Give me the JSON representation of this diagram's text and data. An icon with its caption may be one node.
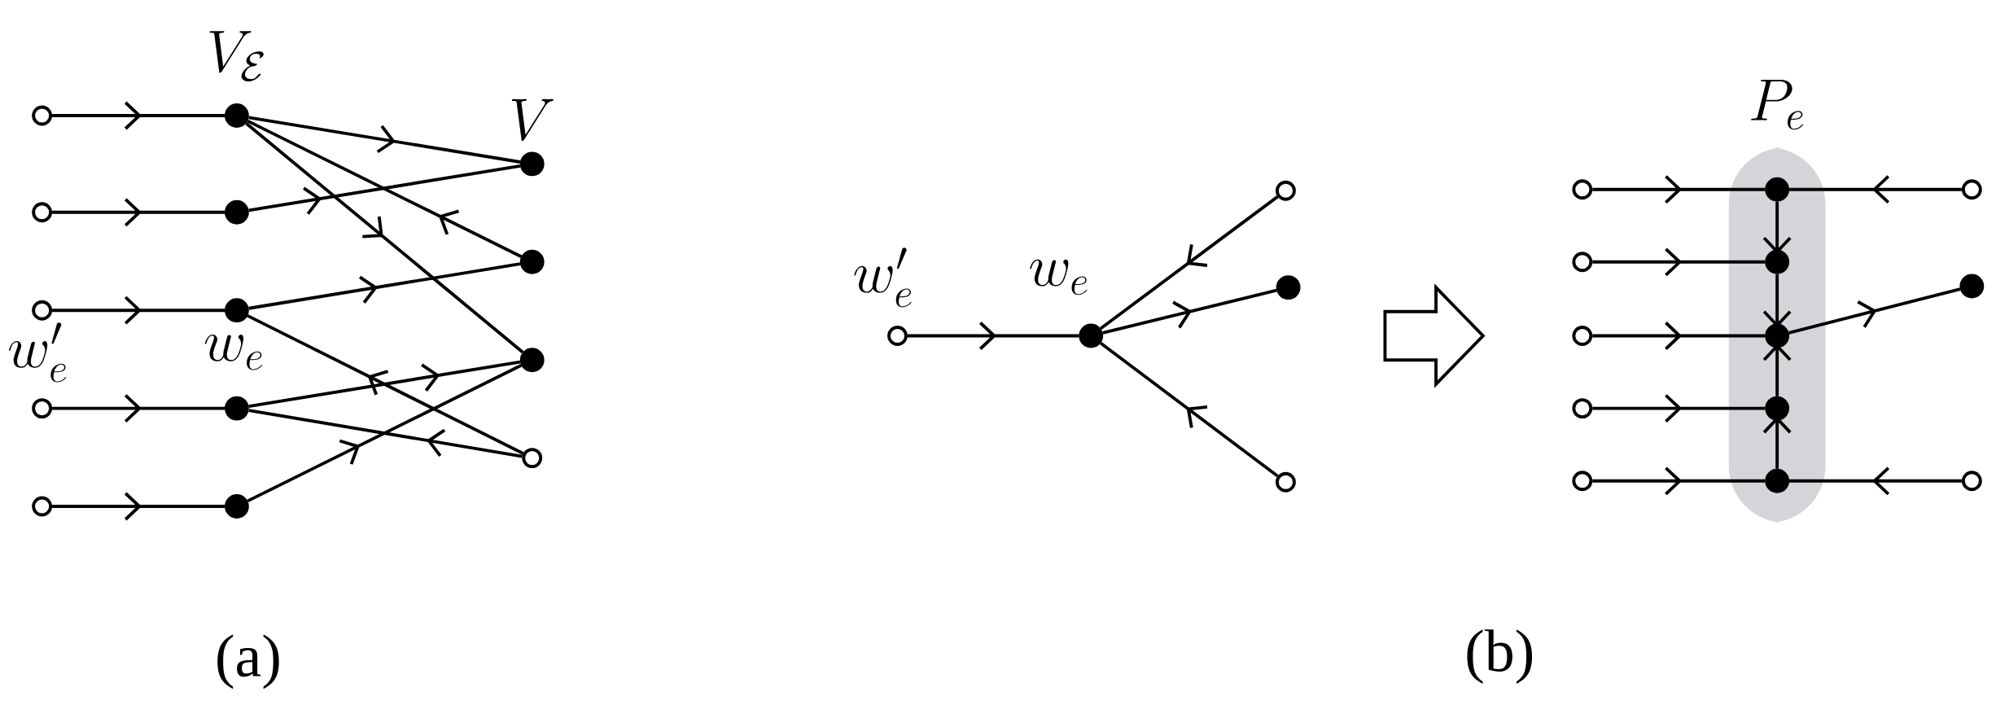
{
  "diagram": {
    "nodes": [
      {
        "text": [],
        "shape": "circle"
      },
      {
        "text": [],
        "shape": "circle"
      },
      {
        "text": [],
        "shape": "circle",
        "beside": [
          "w'_e"
        ]
      },
      {
        "text": [],
        "shape": "circle"
      },
      {
        "text": [],
        "shape": "circle"
      },
      {
        "text": [],
        "shape": "dot"
      },
      {
        "text": [],
        "shape": "dot"
      },
      {
        "text": [],
        "shape": "dot",
        "beside": [
          "w_e"
        ]
      },
      {
        "text": [],
        "shape": "dot"
      },
      {
        "text": [],
        "shape": "dot"
      },
      {
        "text": [],
        "shape": "dot"
      },
      {
        "text": [],
        "shape": "dot"
      },
      {
        "text": [],
        "shape": "dot"
      },
      {
        "text": [],
        "shape": "circle"
      },
      {
        "text": [],
        "shape": "circle",
        "beside": [
          "w'_e"
        ]
      },
      {
        "text": [],
        "shape": "dot",
        "beside": [
          "w_e"
        ]
      },
      {
        "text": [],
        "shape": "circle"
      },
      {
        "text": [],
        "shape": "dot"
      },
      {
        "text": [],
        "shape": "circle"
      },
      {
        "text": [
          "P_e"
        ]
      },
      {
        "text": [],
        "shape": "circle"
      },
      {
        "text": [],
        "shape": "circle"
      },
      {
        "text": [],
        "shape": "circle"
      },
      {
        "text": [],
        "shape": "circle"
      },
      {
        "text": [],
        "shape": "circle"
      },
      {
        "text": [],
        "shape": "dot",
        "in": 19
      },
      {
        "text": [],
        "shape": "dot",
        "in": 19
      },
      {
        "text": [],
        "shape": "dot",
        "in": 19
      },
      {
        "text": [],
        "shape": "dot",
        "in": 19
      },
      {
        "text": [],
        "shape": "dot",
        "in": 19
      },
      {
        "text": [],
        "shape": "circle"
      },
      {
        "text": [],
        "shape": "dot"
      },
      {
        "text": [],
        "shape": "circle"
      }
    ],
    "edges": [
      {
        "from": 0,
        "to": 5,
        "arrow": "to"
      },
      {
        "from": 1,
        "to": 6,
        "arrow": "to"
      },
      {
        "from": 2,
        "to": 7,
        "arrow": "to"
      },
      {
        "from": 3,
        "to": 8,
        "arrow": "to"
      },
      {
        "from": 4,
        "to": 9,
        "arrow": "to"
      },
      {
        "from": 5,
        "to": 10,
        "arrow": "to"
      },
      {
        "from": 11,
        "to": 5,
        "arrow": "to"
      },
      {
        "from": 5,
        "to": 12,
        "arrow": "to"
      },
      {
        "from": 6,
        "to": 10,
        "arrow": "to"
      },
      {
        "from": 7,
        "to": 11,
        "arrow": "to"
      },
      {
        "from": 13,
        "to": 7,
        "arrow": "to"
      },
      {
        "from": 8,
        "to": 12,
        "arrow": "to"
      },
      {
        "from": 13,
        "to": 8,
        "arrow": "to"
      },
      {
        "from": 9,
        "to": 12,
        "arrow": "to"
      },
      {
        "from": 14,
        "to": 15,
        "arrow": "to"
      },
      {
        "from": 16,
        "to": 15,
        "arrow": "to"
      },
      {
        "from": 15,
        "to": 17,
        "arrow": "to"
      },
      {
        "from": 18,
        "to": 15,
        "arrow": "to"
      },
      {
        "from": 20,
        "to": 25,
        "arrow": "to"
      },
      {
        "from": 21,
        "to": 26,
        "arrow": "to"
      },
      {
        "from": 22,
        "to": 27,
        "arrow": "to"
      },
      {
        "from": 23,
        "to": 28,
        "arrow": "to"
      },
      {
        "from": 24,
        "to": 29,
        "arrow": "to"
      },
      {
        "from": 30,
        "to": 25,
        "arrow": "to"
      },
      {
        "from": 32,
        "to": 29,
        "arrow": "to"
      },
      {
        "from": 25,
        "to": 26,
        "arrow": "to"
      },
      {
        "from": 26,
        "to": 27,
        "arrow": "to"
      },
      {
        "from": 29,
        "to": 28,
        "arrow": "to"
      },
      {
        "from": 28,
        "to": 27,
        "arrow": "to"
      },
      {
        "from": 27,
        "to": 31,
        "arrow": "to"
      }
    ],
    "labels": [
      "V_{\\mathcal{E}}",
      "V",
      "(a)",
      "(b)"
    ]
  }
}
